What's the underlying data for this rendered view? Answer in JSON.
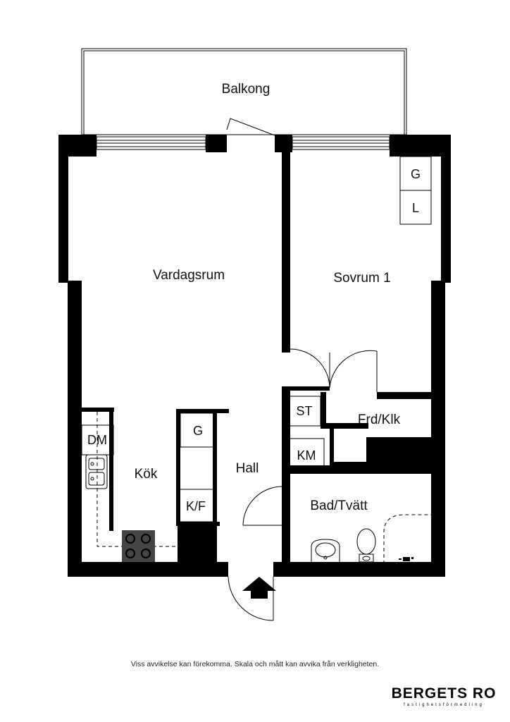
{
  "rooms": {
    "balcony": "Balkong",
    "living_room": "Vardagsrum",
    "bedroom": "Sovrum 1",
    "kitchen": "Kök",
    "hall": "Hall",
    "bathroom": "Bad/Tvätt",
    "storage": "Frd/Klk"
  },
  "fixtures": {
    "wardrobe_g_bedroom": "G",
    "wardrobe_l_bedroom": "L",
    "closet_st": "ST",
    "dishwasher": "DM",
    "wardrobe_g_hall": "G",
    "fridge_freezer": "K/F",
    "washing_machine": "KM"
  },
  "footer": {
    "disclaimer": "Viss avvikelse kan förekomma. Skala och mått kan avvika från verkligheten.",
    "brand_name": "BERGETS RO",
    "brand_tagline": "fastighetsförmedling"
  },
  "icons": [
    "entrance-arrow-icon",
    "sink-icon",
    "stove-icon",
    "toilet-icon",
    "washbasin-icon",
    "faucet-icon"
  ]
}
